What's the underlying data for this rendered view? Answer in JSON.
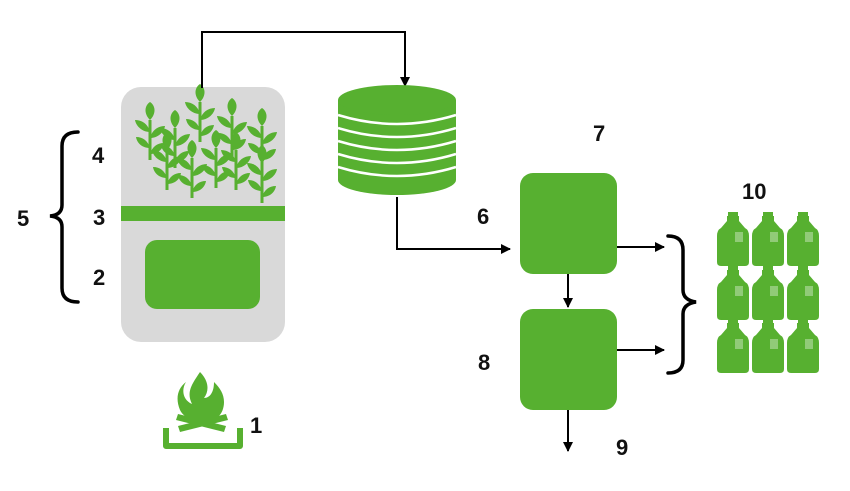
{
  "colors": {
    "green": "#57B030",
    "chamber": "#D9D9D9",
    "line": "#000000"
  },
  "icons": {
    "fire": "campfire-icon",
    "plants": "plant-icon",
    "stack": "storage-stack-icon",
    "jug": "jug-icon"
  },
  "labels": {
    "n1": "1",
    "n2": "2",
    "n3": "3",
    "n4": "4",
    "n5": "5",
    "n6": "6",
    "n7": "7",
    "n8": "8",
    "n9": "9",
    "n10": "10"
  }
}
